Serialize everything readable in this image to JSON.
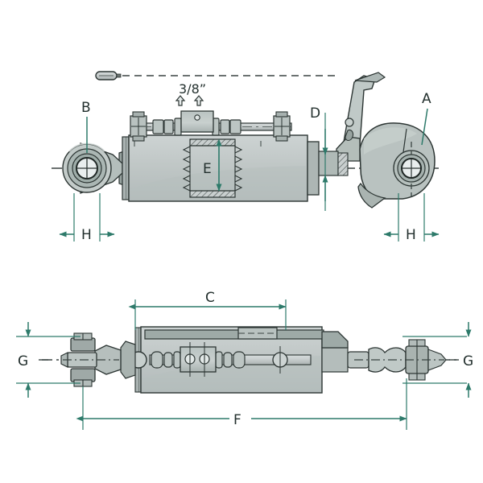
{
  "drawing": {
    "title": "Hydraulic top link technical dimension drawing",
    "views": [
      {
        "name": "side-elevation-view",
        "position": "top"
      },
      {
        "name": "plan-view",
        "position": "bottom"
      }
    ],
    "colors": {
      "background": "#ffffff",
      "dimension_line": "#2d7a6a",
      "outline": "#3a4442",
      "body_fill": "#c2c8c8",
      "body_fill_dark": "#9aa5a3",
      "body_fill_light": "#d6dbdb",
      "joint_fill": "#aebcb8",
      "centerline": "#3a4442",
      "label_text": "#23302e"
    }
  },
  "labels": {
    "thread_size": "3/8”",
    "dim_a": "A",
    "dim_b": "B",
    "dim_c": "C",
    "dim_d": "D",
    "dim_e": "E",
    "dim_f": "F",
    "dim_g_left": "G",
    "dim_g_right": "G",
    "dim_h_left": "H",
    "dim_h_right": "H"
  },
  "annotations": [
    {
      "id": "a",
      "label": "A",
      "view": "side-elevation-view",
      "type": "leader",
      "target": "hook-claw-end"
    },
    {
      "id": "b",
      "label": "B",
      "view": "side-elevation-view",
      "type": "leader",
      "target": "ball-joint-eye-end"
    },
    {
      "id": "c",
      "label": "C",
      "view": "plan-view",
      "type": "linear-dimension",
      "orientation": "horizontal"
    },
    {
      "id": "d",
      "label": "D",
      "view": "side-elevation-view",
      "type": "linear-dimension",
      "orientation": "vertical"
    },
    {
      "id": "e",
      "label": "E",
      "view": "side-elevation-view",
      "type": "linear-dimension",
      "orientation": "vertical",
      "target": "cylinder-bore-section"
    },
    {
      "id": "f",
      "label": "F",
      "view": "plan-view",
      "type": "linear-dimension",
      "orientation": "horizontal",
      "target": "overall-length"
    },
    {
      "id": "g-left",
      "label": "G",
      "view": "plan-view",
      "type": "linear-dimension",
      "orientation": "vertical",
      "target": "left-joint-width"
    },
    {
      "id": "g-right",
      "label": "G",
      "view": "plan-view",
      "type": "linear-dimension",
      "orientation": "vertical",
      "target": "right-joint-width"
    },
    {
      "id": "h-left",
      "label": "H",
      "view": "side-elevation-view",
      "type": "linear-dimension",
      "orientation": "horizontal",
      "target": "left-eye-width"
    },
    {
      "id": "h-right",
      "label": "H",
      "view": "side-elevation-view",
      "type": "linear-dimension",
      "orientation": "horizontal",
      "target": "right-eye-width"
    },
    {
      "id": "thread",
      "label": "3/8”",
      "view": "side-elevation-view",
      "type": "callout",
      "target": "hydraulic-port-block"
    }
  ]
}
